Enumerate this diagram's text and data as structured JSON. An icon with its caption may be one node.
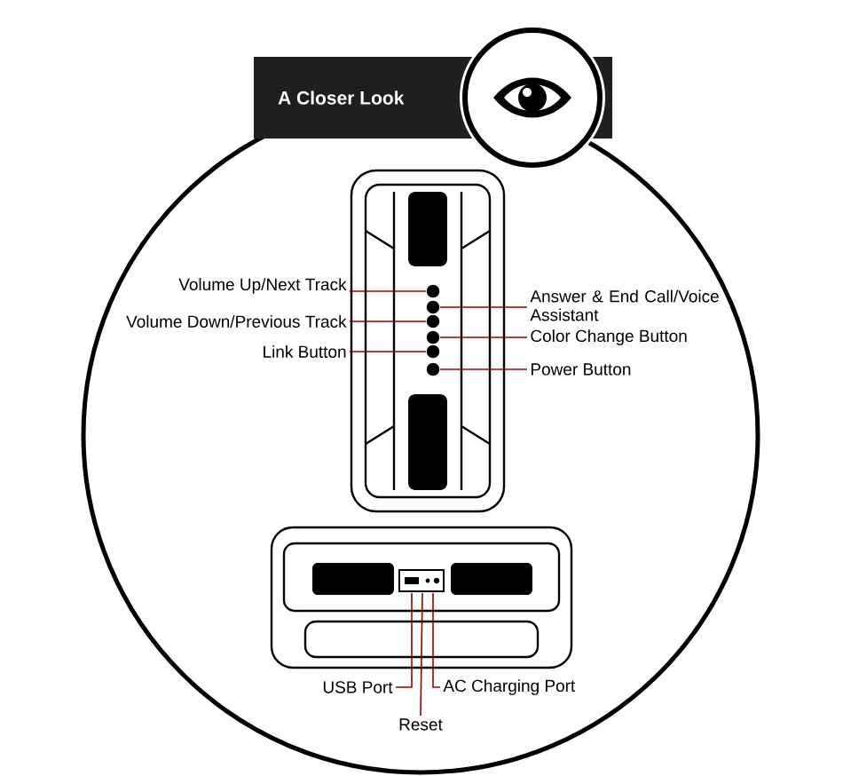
{
  "diagram": {
    "title": "A Closer Look",
    "nodes": [
      {
        "text": [
          "Volume Up/Next Track"
        ]
      },
      {
        "text": [
          "Volume Down/Previous Track"
        ]
      },
      {
        "text": [
          "Link Button"
        ]
      },
      {
        "text": [
          "Answer & End Call/Voice Assistant"
        ]
      },
      {
        "text": [
          "Color Change Button"
        ]
      },
      {
        "text": [
          "Power Button"
        ]
      },
      {
        "text": [
          "USB Port"
        ]
      },
      {
        "text": [
          "Reset"
        ]
      },
      {
        "text": [
          "AC Charging Port"
        ]
      }
    ],
    "edges": [
      {
        "from": 0,
        "to": null,
        "arrow": "none"
      },
      {
        "from": 1,
        "to": null,
        "arrow": "none"
      },
      {
        "from": 2,
        "to": null,
        "arrow": "none"
      },
      {
        "from": 3,
        "to": null,
        "arrow": "none"
      },
      {
        "from": 4,
        "to": null,
        "arrow": "none"
      },
      {
        "from": 5,
        "to": null,
        "arrow": "none"
      },
      {
        "from": 6,
        "to": null,
        "arrow": "none"
      },
      {
        "from": 7,
        "to": null,
        "arrow": "none"
      },
      {
        "from": 8,
        "to": null,
        "arrow": "none"
      }
    ]
  }
}
